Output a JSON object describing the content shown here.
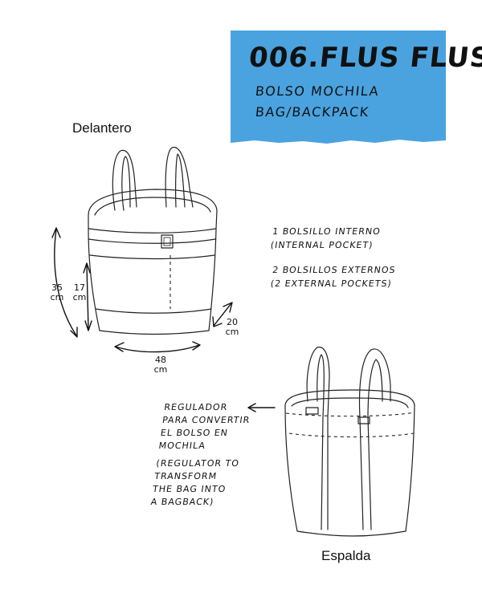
{
  "header": {
    "title": "006.FLUS FLUS",
    "subtitle_line1": "BOLSO MOCHILA",
    "subtitle_line2": "BAG/BACKPACK",
    "box_color": "#4aa3df"
  },
  "front_view": {
    "title": "Delantero",
    "dimensions": {
      "height_total": [
        "35",
        "cm"
      ],
      "height_pocket": [
        "17",
        "cm"
      ],
      "depth": [
        "20",
        "cm"
      ],
      "width": [
        "48",
        "cm"
      ]
    }
  },
  "back_view": {
    "title": "Espalda"
  },
  "pockets_note": {
    "internal": [
      "1 BOLSILLO INTERNO",
      "(INTERNAL POCKET)"
    ],
    "external": [
      "2 BOLSILLOS EXTERNOS",
      "(2 EXTERNAL POCKETS)"
    ]
  },
  "regulator_note": {
    "lines": [
      "REGULADOR",
      "PARA CONVERTIR",
      "EL BOLSO EN",
      "MOCHILA",
      "(REGULATOR TO",
      "TRANSFORM",
      "THE BAG INTO",
      "A BAGBACK)"
    ]
  }
}
